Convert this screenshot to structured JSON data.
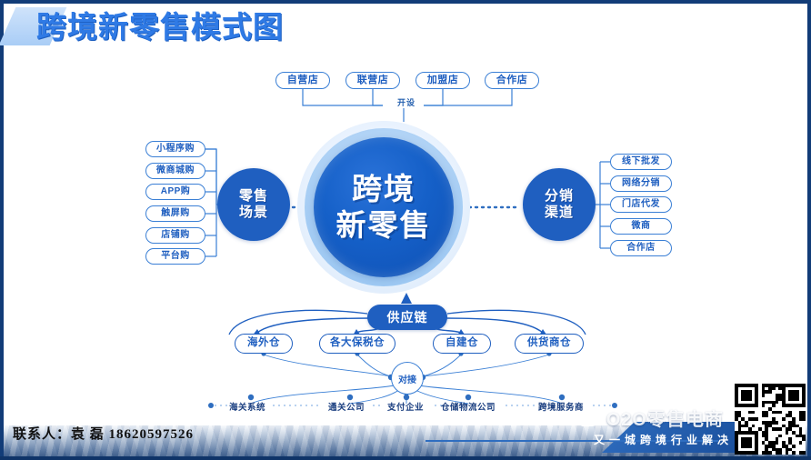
{
  "page": {
    "title": "跨境新零售模式图",
    "contact": "联系人：袁 磊 18620597526",
    "watermark": "O2O零售电商",
    "slogan": "又一城跨境行业解决"
  },
  "center": {
    "line1": "跨境",
    "line2": "新零售"
  },
  "top_channel": {
    "connector_label": "开设",
    "nodes": [
      {
        "label": "自营店"
      },
      {
        "label": "联营店"
      },
      {
        "label": "加盟店"
      },
      {
        "label": "合作店"
      }
    ]
  },
  "left_hub": {
    "line1": "零售",
    "line2": "场景",
    "nodes": [
      {
        "label": "小程序购"
      },
      {
        "label": "微商城购"
      },
      {
        "label": "APP购"
      },
      {
        "label": "触屏购"
      },
      {
        "label": "店铺购"
      },
      {
        "label": "平台购"
      }
    ]
  },
  "right_hub": {
    "line1": "分销",
    "line2": "渠道",
    "nodes": [
      {
        "label": "线下批发"
      },
      {
        "label": "网络分销"
      },
      {
        "label": "门店代发"
      },
      {
        "label": "微商"
      },
      {
        "label": "合作店"
      }
    ]
  },
  "supply_chain": {
    "label": "供应链",
    "warehouses": [
      {
        "label": "海外仓"
      },
      {
        "label": "各大保税仓"
      },
      {
        "label": "自建仓"
      },
      {
        "label": "供货商仓"
      }
    ],
    "dock_label": "对接",
    "services": [
      {
        "label": "海关系统"
      },
      {
        "label": "通关公司"
      },
      {
        "label": "支付企业"
      },
      {
        "label": "仓储物流公司"
      },
      {
        "label": "跨境服务商"
      }
    ]
  },
  "colors": {
    "brand_blue": "#1f5fc0",
    "title_blue": "#2f7ae5",
    "node_border": "#3a7fd5",
    "band_dark": "#42648f"
  }
}
